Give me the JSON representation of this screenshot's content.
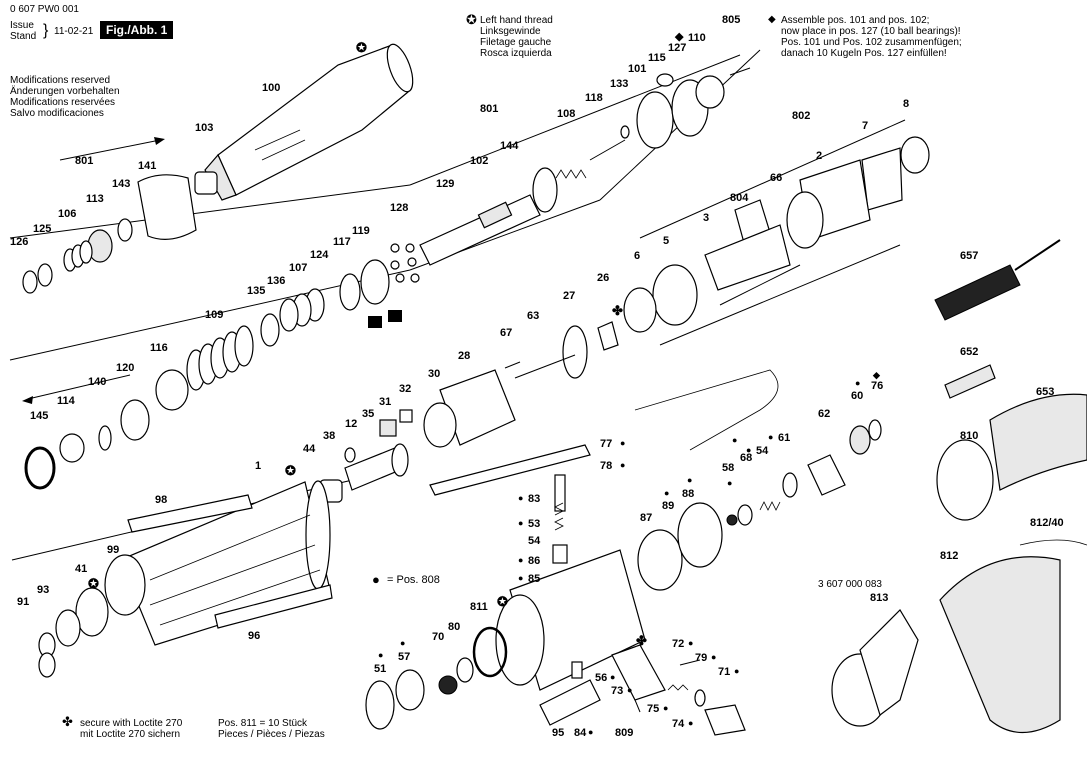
{
  "header": {
    "part_number": "0 607 PW0 001",
    "issue_label": "Issue",
    "stand_label": "Stand",
    "issue_date": "11-02-21",
    "figure_label": "Fig./Abb. 1"
  },
  "notes": {
    "modifications": [
      "Modifications reserved",
      "Änderungen vorbehalten",
      "Modifications reservées",
      "Salvo modificaciones"
    ],
    "left_hand_thread": [
      "Left hand thread",
      "Linksgewinde",
      "Filetage gauche",
      "Rosca izquierda"
    ],
    "assemble": [
      "Assemble pos. 101 and pos. 102;",
      "now place in pos. 127 (10 ball bearings)!",
      "Pos. 101 und Pos. 102 zusammenfügen;",
      "danach 10 Kugeln Pos. 127 einfüllen!"
    ],
    "pos808": "= Pos. 808",
    "loctite": [
      "secure with Loctite 270",
      "mit Loctite 270 sichern"
    ],
    "pos811": [
      "Pos. 811 = 10 Stück",
      "Pieces / Pièces / Piezas"
    ],
    "accessory_number": "3 607 000 083"
  },
  "labels": {
    "n100": "100",
    "n103": "103",
    "n801a": "801",
    "n141": "141",
    "n143": "143",
    "n113": "113",
    "n106": "106",
    "n125": "125",
    "n126": "126",
    "n801b": "801",
    "n144": "144",
    "n108": "108",
    "n118": "118",
    "n133": "133",
    "n101": "101",
    "n115": "115",
    "n127": "127",
    "n110": "110",
    "n805": "805",
    "n102": "102",
    "n129": "129",
    "n128": "128",
    "n119": "119",
    "n117": "117",
    "n124": "124",
    "n107": "107",
    "n136": "136",
    "n135": "135",
    "n109": "109",
    "n116": "116",
    "n120": "120",
    "n140": "140",
    "n114": "114",
    "n145": "145",
    "n802": "802",
    "n7": "7",
    "n8": "8",
    "n2": "2",
    "n804": "804",
    "n66": "66",
    "n3": "3",
    "n5": "5",
    "n6": "6",
    "n26": "26",
    "n27": "27",
    "n63": "63",
    "n67": "67",
    "n28": "28",
    "n30": "30",
    "n31": "31",
    "n32": "32",
    "n35": "35",
    "n12": "12",
    "n38": "38",
    "n44": "44",
    "n1": "1",
    "n98": "98",
    "n99": "99",
    "n41": "41",
    "n93": "93",
    "n91": "91",
    "n96": "96",
    "n77": "77",
    "n78": "78",
    "n83": "83",
    "n53": "53",
    "n54": "54",
    "n86": "86",
    "n85": "85",
    "n76": "76",
    "n60": "60",
    "n62": "62",
    "n61": "61",
    "n54b": "54",
    "n68": "68",
    "n58": "58",
    "n88": "88",
    "n89": "89",
    "n87": "87",
    "n657": "657",
    "n652": "652",
    "n653": "653",
    "n810": "810",
    "n81240": "812/40",
    "n812": "812",
    "n813": "813",
    "n811": "811",
    "n80": "80",
    "n70": "70",
    "n57": "57",
    "n51": "51",
    "n72": "72",
    "n79": "79",
    "n71": "71",
    "n56": "56",
    "n73": "73",
    "n75": "75",
    "n74": "74",
    "n95": "95",
    "n84": "84",
    "n809": "809"
  }
}
